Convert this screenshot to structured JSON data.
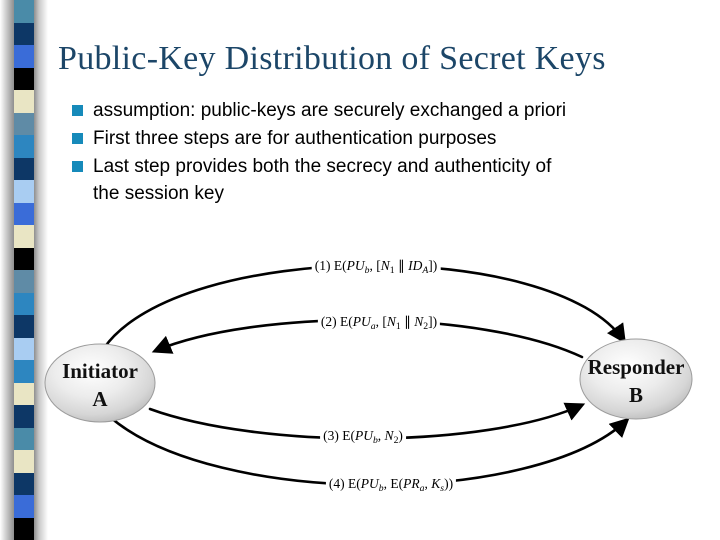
{
  "slide": {
    "title": "Public-Key Distribution of Secret Keys",
    "bullets": [
      "assumption: public-keys are securely exchanged a priori",
      "First three steps are for authentication purposes",
      "Last step provides both the secrecy and authenticity of\nthe session key"
    ]
  },
  "colors": {
    "title": "#1c4668",
    "bullet_marker": "#168aba",
    "arrow": "#000000",
    "strip": [
      "#4a8ba8",
      "#0d3766",
      "#3a6cd8",
      "#000000",
      "#e9e5c4",
      "#5f8ba6",
      "#2d86c0",
      "#0d3766",
      "#a9cdf2",
      "#3a6cd8",
      "#e9e5c4",
      "#000000",
      "#5f8ba6",
      "#2d86c0",
      "#0d3766",
      "#a9cdf2",
      "#2d86c0",
      "#e9e5c4",
      "#0d3766",
      "#4a8ba8",
      "#e9e5c4",
      "#0d3766",
      "#3a6cd8",
      "#000000"
    ]
  },
  "diagram": {
    "initiator": {
      "label": "Initiator",
      "letter": "A"
    },
    "responder": {
      "label": "Responder",
      "letter": "B"
    },
    "messages": [
      {
        "num": "(1)",
        "tokens": [
          {
            "t": "E("
          },
          {
            "t": "PU",
            "i": 1
          },
          {
            "t": "b",
            "i": 1,
            "s": 1
          },
          {
            "t": ", ["
          },
          {
            "t": "N",
            "i": 1
          },
          {
            "t": "1",
            "s": 1
          },
          {
            "t": " ∥ "
          },
          {
            "t": "ID",
            "i": 1
          },
          {
            "t": "A",
            "i": 1,
            "s": 1
          },
          {
            "t": "])"
          }
        ]
      },
      {
        "num": "(2)",
        "tokens": [
          {
            "t": "E("
          },
          {
            "t": "PU",
            "i": 1
          },
          {
            "t": "a",
            "i": 1,
            "s": 1
          },
          {
            "t": ", ["
          },
          {
            "t": "N",
            "i": 1
          },
          {
            "t": "1",
            "s": 1
          },
          {
            "t": " ∥ "
          },
          {
            "t": "N",
            "i": 1
          },
          {
            "t": "2",
            "s": 1
          },
          {
            "t": "])"
          }
        ]
      },
      {
        "num": "(3)",
        "tokens": [
          {
            "t": "E("
          },
          {
            "t": "PU",
            "i": 1
          },
          {
            "t": "b",
            "i": 1,
            "s": 1
          },
          {
            "t": ", "
          },
          {
            "t": "N",
            "i": 1
          },
          {
            "t": "2",
            "s": 1
          },
          {
            "t": ")"
          }
        ]
      },
      {
        "num": "(4)",
        "tokens": [
          {
            "t": "E("
          },
          {
            "t": "PU",
            "i": 1
          },
          {
            "t": "b",
            "i": 1,
            "s": 1
          },
          {
            "t": ", E("
          },
          {
            "t": "PR",
            "i": 1
          },
          {
            "t": "a",
            "i": 1,
            "s": 1
          },
          {
            "t": ", "
          },
          {
            "t": "K",
            "i": 1
          },
          {
            "t": "s",
            "i": 1,
            "s": 1
          },
          {
            "t": "))"
          }
        ]
      }
    ]
  }
}
